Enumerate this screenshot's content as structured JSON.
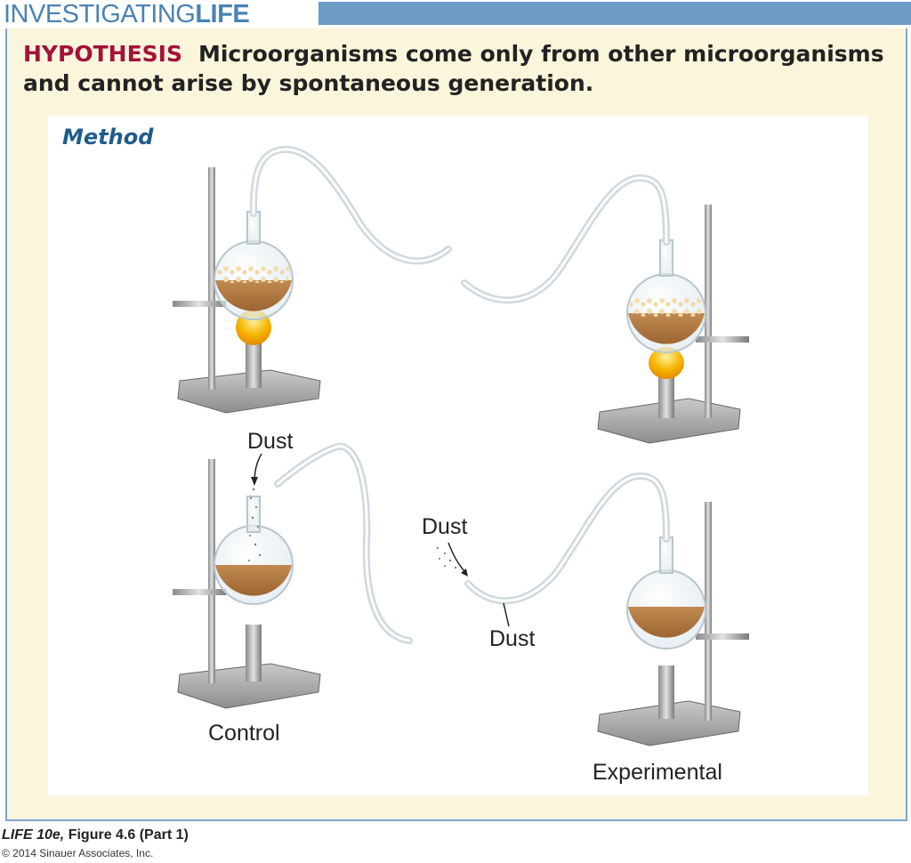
{
  "header": {
    "brand_part1": "INVESTIGATING",
    "brand_part2": "LIFE"
  },
  "hypothesis": {
    "label": "HYPOTHESIS",
    "text": "Microorganisms come only from other microorganisms and cannot arise by spontaneous generation."
  },
  "method": {
    "title": "Method",
    "labels": {
      "dust_top": "Dust",
      "dust_mid": "Dust",
      "dust_tube": "Dust",
      "control": "Control",
      "experimental": "Experimental"
    }
  },
  "colors": {
    "accent_blue": "#4a82b4",
    "hypothesis_red": "#a3123a",
    "panel_bg": "#fbf5dc",
    "broth": "#b8804a",
    "flame": "#f6b400"
  },
  "footer": {
    "figure_book": "LIFE 10e,",
    "figure_ref": " Figure 4.6 (Part 1)",
    "copyright": "© 2014 Sinauer Associates, Inc."
  }
}
